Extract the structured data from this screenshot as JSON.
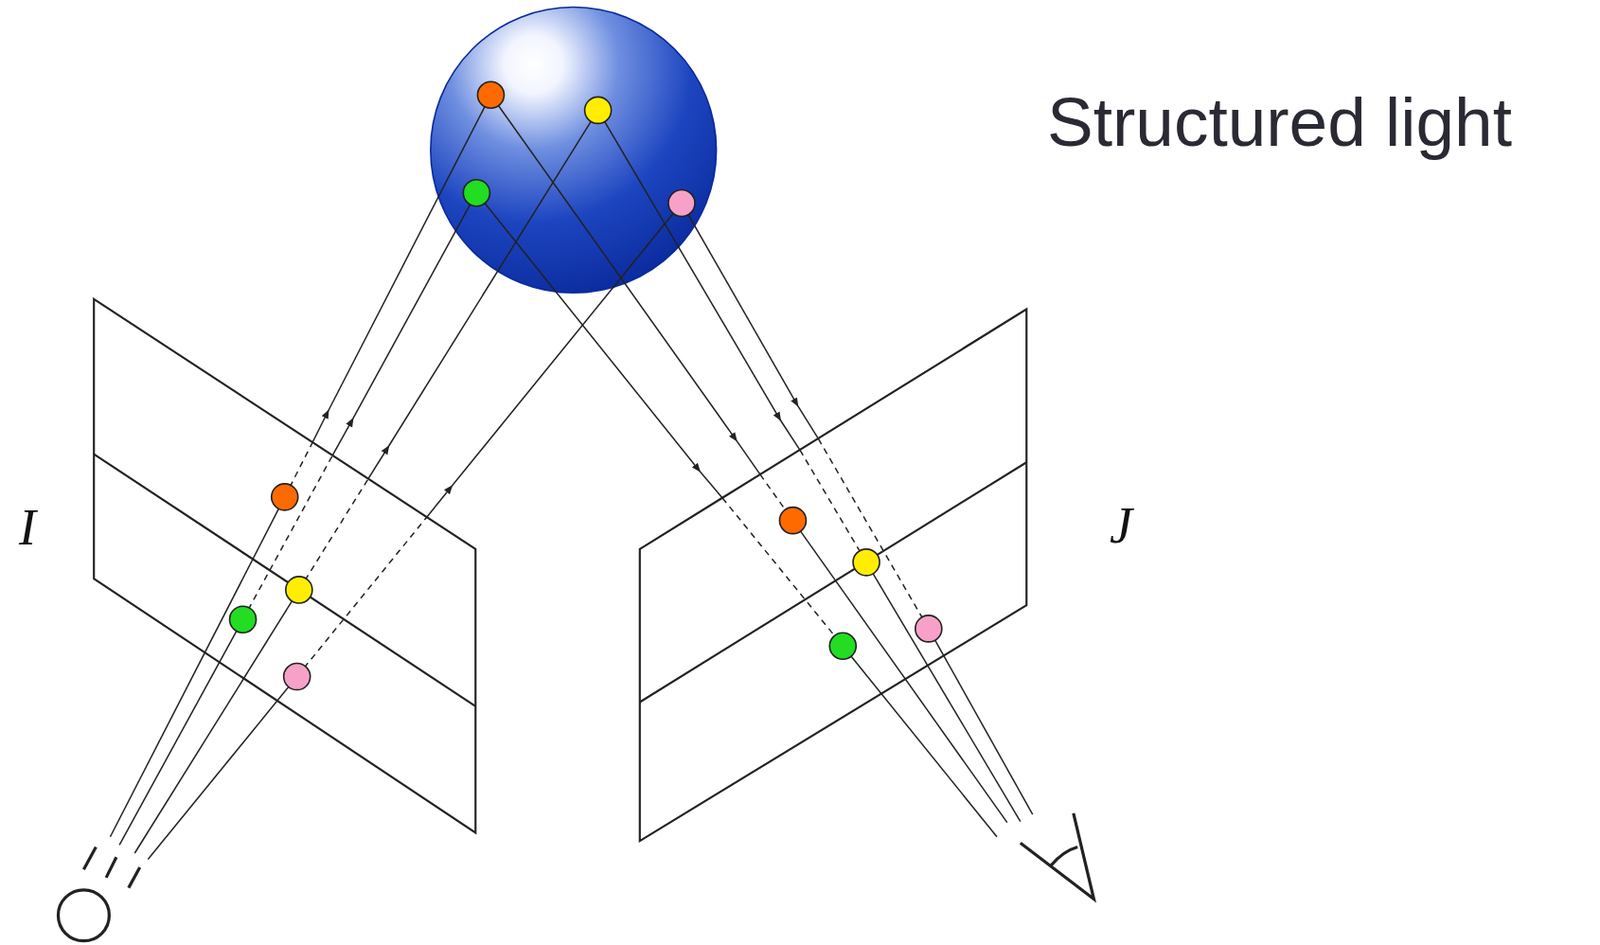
{
  "diagram": {
    "labels": [
      "Structured light",
      "I",
      "J"
    ]
  }
}
